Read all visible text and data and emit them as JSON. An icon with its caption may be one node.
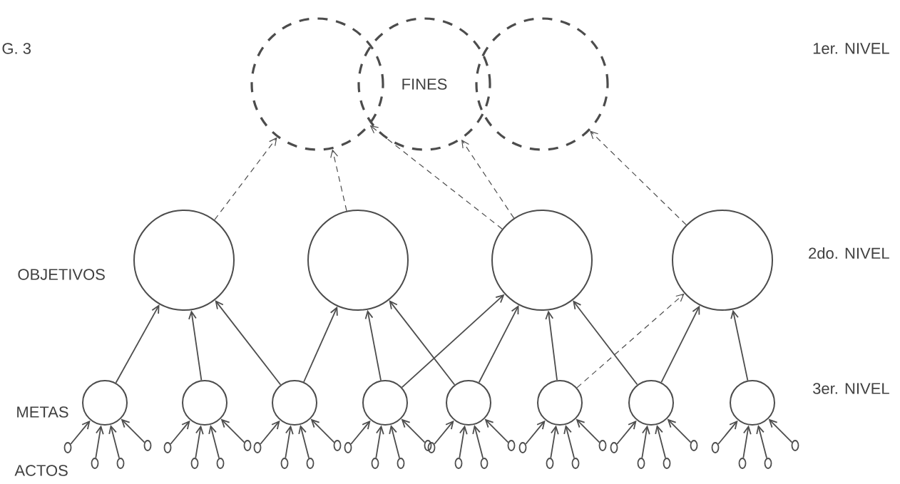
{
  "diagram": {
    "nodes": [
      {
        "text": [],
        "shape": "circle"
      },
      {
        "text": [
          "FINES"
        ]
      },
      {
        "text": [],
        "shape": "circle"
      },
      {
        "text": [],
        "shape": "circle"
      },
      {
        "text": [],
        "shape": "circle"
      },
      {
        "text": [],
        "shape": "circle"
      },
      {
        "text": [],
        "shape": "circle"
      },
      {
        "text": [],
        "shape": "circle"
      },
      {
        "text": [],
        "shape": "circle"
      },
      {
        "text": [],
        "shape": "circle"
      },
      {
        "text": [],
        "shape": "circle"
      },
      {
        "text": [],
        "shape": "circle"
      },
      {
        "text": [],
        "shape": "circle"
      },
      {
        "text": [],
        "shape": "circle"
      },
      {
        "text": [],
        "shape": "circle"
      },
      {
        "text": [],
        "shape": "circle"
      },
      {
        "text": [],
        "shape": "circle"
      },
      {
        "text": [],
        "shape": "circle"
      },
      {
        "text": [],
        "shape": "circle"
      },
      {
        "text": [],
        "shape": "circle"
      },
      {
        "text": [],
        "shape": "circle"
      },
      {
        "text": [],
        "shape": "circle"
      },
      {
        "text": [],
        "shape": "circle"
      },
      {
        "text": [],
        "shape": "circle"
      },
      {
        "text": [],
        "shape": "circle"
      },
      {
        "text": [],
        "shape": "circle"
      },
      {
        "text": [],
        "shape": "circle"
      },
      {
        "text": [],
        "shape": "circle"
      },
      {
        "text": [],
        "shape": "circle"
      },
      {
        "text": [],
        "shape": "circle"
      },
      {
        "text": [],
        "shape": "circle"
      },
      {
        "text": [],
        "shape": "circle"
      },
      {
        "text": [],
        "shape": "circle"
      },
      {
        "text": [],
        "shape": "circle"
      },
      {
        "text": [],
        "shape": "circle"
      },
      {
        "text": [],
        "shape": "circle"
      },
      {
        "text": [],
        "shape": "circle"
      },
      {
        "text": [],
        "shape": "circle"
      },
      {
        "text": [],
        "shape": "circle"
      },
      {
        "text": [],
        "shape": "circle"
      },
      {
        "text": [],
        "shape": "circle"
      },
      {
        "text": [],
        "shape": "circle"
      },
      {
        "text": [],
        "shape": "circle"
      },
      {
        "text": [],
        "shape": "circle"
      },
      {
        "text": [],
        "shape": "circle"
      },
      {
        "text": [],
        "shape": "circle"
      },
      {
        "text": [],
        "shape": "circle"
      }
    ],
    "edges": [
      {
        "from": 3,
        "to": 0,
        "arrow": "to",
        "style": "dashed"
      },
      {
        "from": 4,
        "to": 0,
        "arrow": "to",
        "style": "dashed"
      },
      {
        "from": 5,
        "to": 0,
        "arrow": "to",
        "style": "dashed"
      },
      {
        "from": 5,
        "to": 1,
        "arrow": "to",
        "style": "dashed"
      },
      {
        "from": 6,
        "to": 2,
        "arrow": "to",
        "style": "dashed"
      },
      {
        "from": 7,
        "to": 3,
        "arrow": "to"
      },
      {
        "from": 8,
        "to": 3,
        "arrow": "to"
      },
      {
        "from": 9,
        "to": 3,
        "arrow": "to"
      },
      {
        "from": 9,
        "to": 4,
        "arrow": "to"
      },
      {
        "from": 10,
        "to": 4,
        "arrow": "to"
      },
      {
        "from": 10,
        "to": 5,
        "arrow": "to"
      },
      {
        "from": 11,
        "to": 4,
        "arrow": "to"
      },
      {
        "from": 11,
        "to": 5,
        "arrow": "to"
      },
      {
        "from": 12,
        "to": 5,
        "arrow": "to"
      },
      {
        "from": 12,
        "to": 6,
        "arrow": "to",
        "style": "dashed"
      },
      {
        "from": 13,
        "to": 5,
        "arrow": "to"
      },
      {
        "from": 13,
        "to": 6,
        "arrow": "to"
      },
      {
        "from": 14,
        "to": 6,
        "arrow": "to"
      },
      {
        "from": 15,
        "to": 7,
        "arrow": "to"
      },
      {
        "from": 16,
        "to": 7,
        "arrow": "to"
      },
      {
        "from": 17,
        "to": 7,
        "arrow": "to"
      },
      {
        "from": 18,
        "to": 7,
        "arrow": "to"
      },
      {
        "from": 19,
        "to": 8,
        "arrow": "to"
      },
      {
        "from": 20,
        "to": 8,
        "arrow": "to"
      },
      {
        "from": 21,
        "to": 8,
        "arrow": "to"
      },
      {
        "from": 22,
        "to": 8,
        "arrow": "to"
      },
      {
        "from": 23,
        "to": 9,
        "arrow": "to"
      },
      {
        "from": 24,
        "to": 9,
        "arrow": "to"
      },
      {
        "from": 25,
        "to": 9,
        "arrow": "to"
      },
      {
        "from": 26,
        "to": 9,
        "arrow": "to"
      },
      {
        "from": 27,
        "to": 10,
        "arrow": "to"
      },
      {
        "from": 28,
        "to": 10,
        "arrow": "to"
      },
      {
        "from": 29,
        "to": 10,
        "arrow": "to"
      },
      {
        "from": 30,
        "to": 10,
        "arrow": "to"
      },
      {
        "from": 31,
        "to": 11,
        "arrow": "to"
      },
      {
        "from": 32,
        "to": 11,
        "arrow": "to"
      },
      {
        "from": 33,
        "to": 11,
        "arrow": "to"
      },
      {
        "from": 34,
        "to": 11,
        "arrow": "to"
      },
      {
        "from": 35,
        "to": 12,
        "arrow": "to"
      },
      {
        "from": 36,
        "to": 12,
        "arrow": "to"
      },
      {
        "from": 37,
        "to": 12,
        "arrow": "to"
      },
      {
        "from": 38,
        "to": 12,
        "arrow": "to"
      },
      {
        "from": 39,
        "to": 13,
        "arrow": "to"
      },
      {
        "from": 40,
        "to": 13,
        "arrow": "to"
      },
      {
        "from": 41,
        "to": 13,
        "arrow": "to"
      },
      {
        "from": 42,
        "to": 13,
        "arrow": "to"
      },
      {
        "from": 43,
        "to": 14,
        "arrow": "to"
      },
      {
        "from": 44,
        "to": 14,
        "arrow": "to"
      },
      {
        "from": 45,
        "to": 14,
        "arrow": "to"
      },
      {
        "from": 46,
        "to": 14,
        "arrow": "to"
      }
    ],
    "labels": [
      "G. 3",
      "1er. NIVEL",
      "2do. NIVEL",
      "OBJETIVOS",
      "3er. NIVEL",
      "METAS",
      "ACTOS"
    ]
  }
}
